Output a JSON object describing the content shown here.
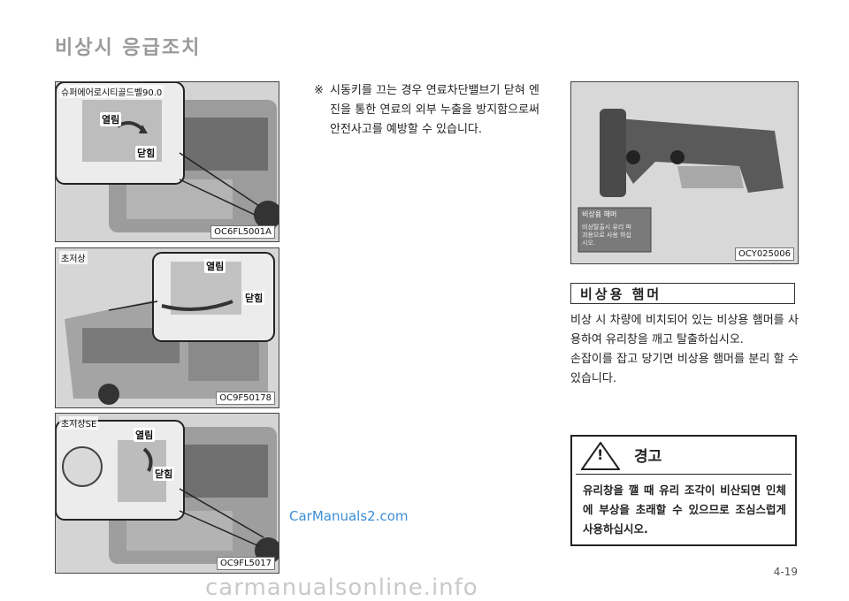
{
  "page": {
    "section_title": "비상시 응급조치",
    "page_number": "4-19"
  },
  "photos": [
    {
      "label": "슈퍼에어로시티골드벨90.0",
      "code": "OC6FL5001A",
      "callout_open": "열림",
      "callout_close": "닫힘"
    },
    {
      "label": "초저상",
      "code": "OC9F50178",
      "callout_open": "열림",
      "callout_close": "닫힘"
    },
    {
      "label": "초저상SE",
      "code": "OC9FL5017",
      "callout_open": "열림",
      "callout_close": "닫힘"
    }
  ],
  "note": {
    "mark": "※",
    "text": "시동키를 끄는 경우 연료차단밸브기 닫혀 엔진을 통한 연료의 외부 누출을 방지함으로써 안전사고를 예방할 수 있습니다."
  },
  "hammer": {
    "photo_code": "OCY025006",
    "tag_title": "비상용 해머",
    "tag_text": "비상탈출시 유리 파괴용으로 사용 하십시오.",
    "heading": "비상용 햄머",
    "body_1": "비상 시 차량에 비치되어 있는 비상용 햄머를 사용하여 유리창을 깨고 탈출하십시오.",
    "body_2": "손잡이를 잡고 당기면 비상용 햄머를 분리 할 수 있습니다."
  },
  "warning": {
    "symbol": "!",
    "title": "경고",
    "text": "유리창을 깰 때 유리 조각이 비산되면 인체에 부상을 초래할 수 있으므로 조심스럽게 사용하십시오."
  },
  "watermarks": {
    "carmanuals2": "CarManuals2.com",
    "bottom": "carmanualsonline.info"
  }
}
